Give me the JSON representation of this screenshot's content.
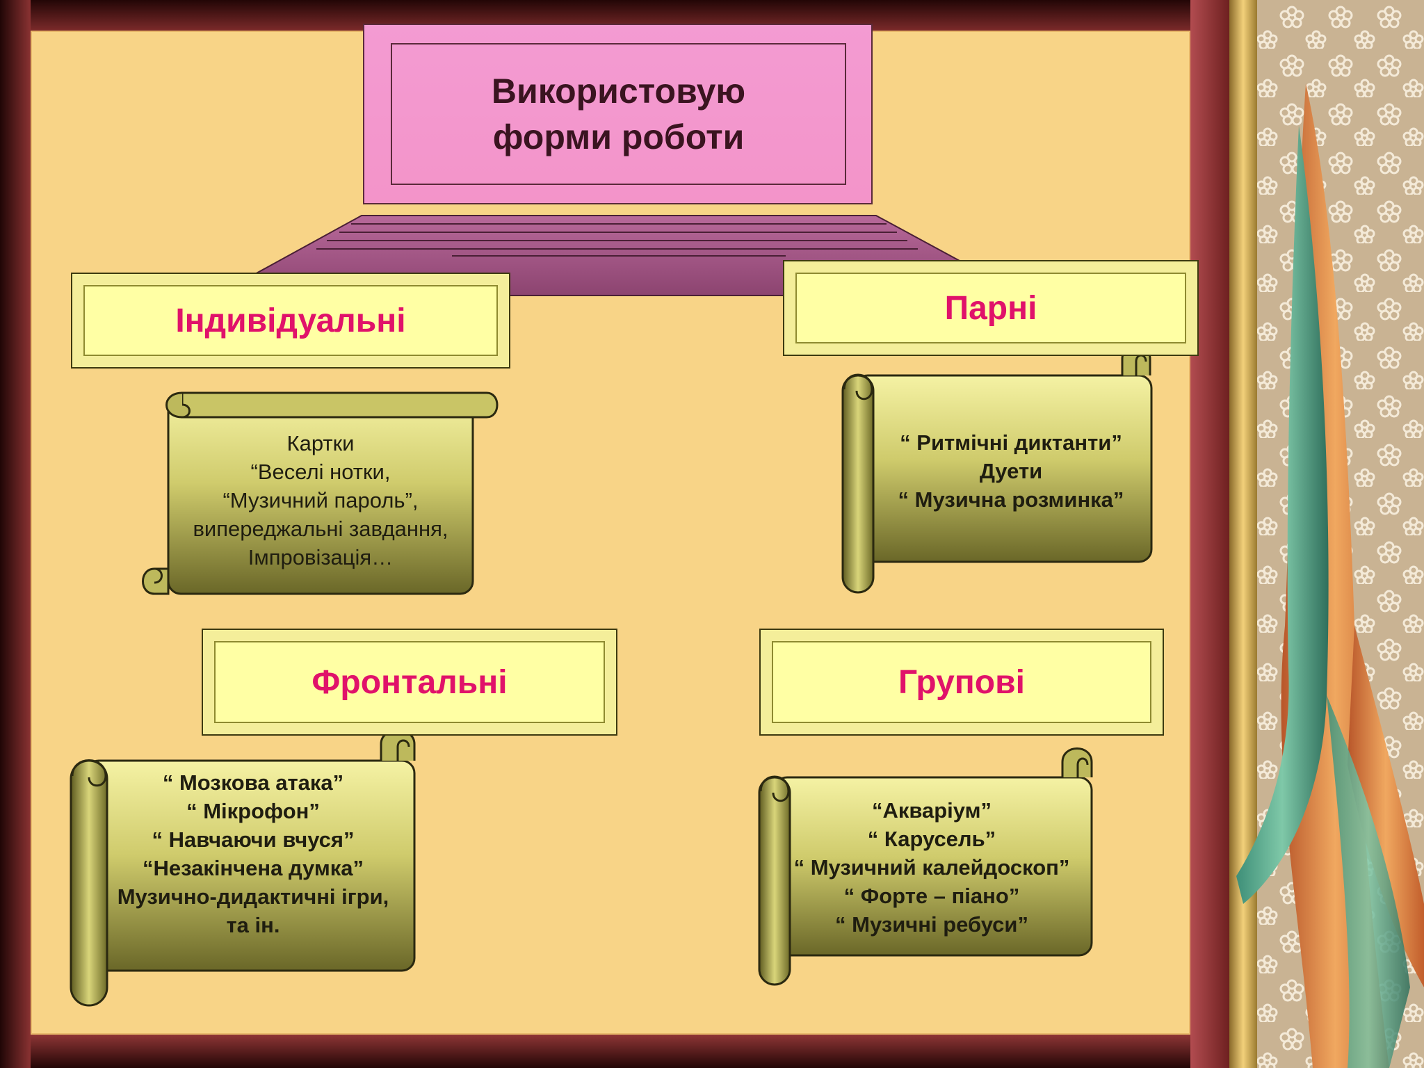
{
  "header": {
    "line1": "Використовую",
    "line2": "форми роботи"
  },
  "categories": {
    "individual": "Індивідуальні",
    "pair": "Парні",
    "frontal": "Фронтальні",
    "group": "Групові"
  },
  "scrolls": {
    "individual": [
      "Картки",
      "“Веселі  нотки,",
      "“Музичний пароль”,",
      "випереджальні завдання,",
      "Імпровізація…"
    ],
    "pair": [
      "“ Ритмічні диктанти”",
      "Дуети",
      "“ Музична розминка”"
    ],
    "frontal": [
      "“ Мозкова атака”",
      "“ Мікрофон”",
      "“ Навчаючи вчуся”",
      "“Незакінчена думка”",
      "Музично-дидактичні ігри,",
      "та ін."
    ],
    "group": [
      "“Акваріум”",
      "“ Карусель”",
      "“ Музичний калейдоскоп”",
      "“ Форте – піано”",
      "“ Музичні ребуси”"
    ]
  },
  "colors": {
    "board": "#f8d487",
    "frame": "#a8444a",
    "header_fill": "#f39bd2",
    "label_fill": "#fdfaa3",
    "label_text": "#e0126a",
    "scroll_gradient_top": "#f3f0a0",
    "scroll_gradient_bottom": "#6e6b2a",
    "connector": "#a75a86"
  }
}
